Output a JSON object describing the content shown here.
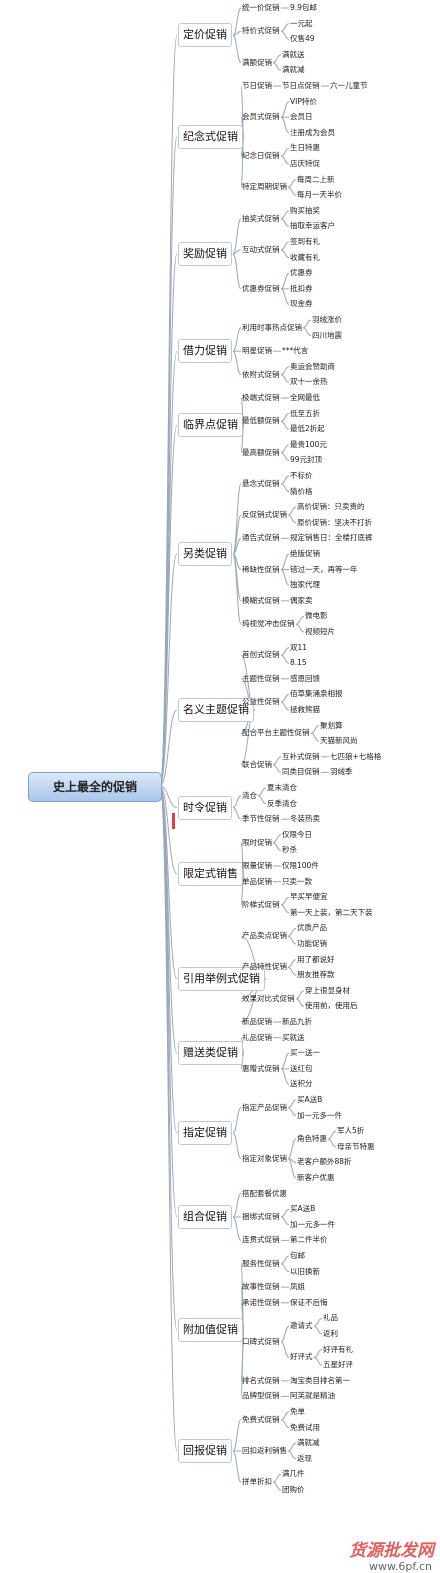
{
  "root": "史上最全的促销",
  "branches": [
    {
      "label": "定价促销",
      "children": [
        {
          "label": "统一价促销",
          "children": [
            "9.9包邮"
          ]
        },
        {
          "label": "特价式促销",
          "children": [
            "一元起",
            "仅售49"
          ]
        },
        {
          "label": "满额促销",
          "children": [
            "满就送",
            "满就减"
          ]
        }
      ]
    },
    {
      "label": "纪念式促销",
      "children": [
        {
          "label": "节日促销",
          "children": [
            {
              "label": "节日点促销",
              "children": [
                "六一儿童节"
              ]
            }
          ]
        },
        {
          "label": "会员式促销",
          "children": [
            "VIP特价",
            "会员日",
            "注册成为会员"
          ]
        },
        {
          "label": "纪念日促销",
          "children": [
            "生日特惠",
            "店庆特促"
          ]
        },
        {
          "label": "特定周期促销",
          "children": [
            "每周二上新",
            "每月一天半价"
          ]
        }
      ]
    },
    {
      "label": "奖励促销",
      "children": [
        {
          "label": "抽奖式促销",
          "children": [
            "购买抽奖",
            "抽取幸运客户"
          ]
        },
        {
          "label": "互动式促销",
          "children": [
            "签到有礼",
            "收藏有礼"
          ]
        },
        {
          "label": "优惠券促销",
          "children": [
            "优惠券",
            "抵扣券",
            "现金券"
          ]
        }
      ]
    },
    {
      "label": "借力促销",
      "children": [
        {
          "label": "利用时事热点促销",
          "children": [
            "羽绒涨价",
            "四川地震"
          ]
        },
        {
          "label": "明星促销",
          "children": [
            "***代言"
          ]
        },
        {
          "label": "依附式促销",
          "children": [
            "奥运会赞助商",
            "双十一余热"
          ]
        }
      ]
    },
    {
      "label": "临界点促销",
      "children": [
        {
          "label": "极端式促销",
          "children": [
            "全网最低"
          ]
        },
        {
          "label": "最低额促销",
          "children": [
            "低至五折",
            "最低2折起"
          ]
        },
        {
          "label": "最高额促销",
          "children": [
            "最贵100元",
            "99元封顶"
          ]
        }
      ]
    },
    {
      "label": "另类促销",
      "children": [
        {
          "label": "悬念式促销",
          "children": [
            "不标价",
            "猜价格"
          ]
        },
        {
          "label": "反促销式促销",
          "children": [
            "高价促销：只卖贵的",
            "原价促销：坚决不打折"
          ]
        },
        {
          "label": "通告式促销",
          "children": [
            "规定销售日：全楼打底裤"
          ]
        },
        {
          "label": "稀缺性促销",
          "children": [
            "绝版促销",
            "错过一天，再等一年",
            "独家代理"
          ]
        },
        {
          "label": "模糊式促销",
          "children": [
            "偶家卖"
          ]
        },
        {
          "label": "纯视觉冲击促销",
          "children": [
            "微电影",
            "视频短片"
          ]
        }
      ]
    },
    {
      "label": "名义主题促销",
      "children": [
        {
          "label": "首创式促销",
          "children": [
            "双11",
            "8.15"
          ]
        },
        {
          "label": "主题性促销",
          "children": [
            "感恩回馈"
          ]
        },
        {
          "label": "公益性促销",
          "children": [
            "佰草集涌泉相报",
            "拯救熊猫"
          ]
        },
        {
          "label": "配合平台主题性促销",
          "children": [
            "聚划算",
            "天猫新风尚"
          ]
        },
        {
          "label": "联合促销",
          "children": [
            {
              "label": "互补式促销",
              "children": [
                "七匹狼+七格格"
              ]
            },
            {
              "label": "同类目促销",
              "children": [
                "羽绒季"
              ]
            }
          ]
        }
      ]
    },
    {
      "label": "时令促销",
      "children": [
        {
          "label": "清仓",
          "children": [
            "夏末清仓",
            "反季清仓"
          ]
        },
        {
          "label": "季节性促销",
          "children": [
            "冬装热卖"
          ]
        }
      ]
    },
    {
      "label": "限定式销售",
      "children": [
        {
          "label": "限时促销",
          "children": [
            "仅限今日",
            "秒杀"
          ]
        },
        {
          "label": "限量促销",
          "children": [
            "仅限100件"
          ]
        },
        {
          "label": "单品促销",
          "children": [
            "只卖一款"
          ]
        },
        {
          "label": "阶梯式促销",
          "children": [
            "早买早便宜",
            "第一天上装，第二天下装"
          ]
        }
      ]
    },
    {
      "label": "引用举例式促销",
      "children": [
        {
          "label": "产品卖点促销",
          "children": [
            "优质产品",
            "功能促销"
          ]
        },
        {
          "label": "产品特性促销",
          "children": [
            "用了都说好",
            "朋友推荐款"
          ]
        },
        {
          "label": "效果对比式促销",
          "children": [
            "穿上很显身材",
            "使用前，使用后"
          ]
        },
        {
          "label": "新品促销",
          "children": [
            "新品九折"
          ]
        }
      ]
    },
    {
      "label": "赠送类促销",
      "children": [
        {
          "label": "礼品促销",
          "children": [
            "买就送"
          ]
        },
        {
          "label": "惠赠式促销",
          "children": [
            "买一送一",
            "送红包",
            "送积分"
          ]
        }
      ]
    },
    {
      "label": "指定促销",
      "children": [
        {
          "label": "指定产品促销",
          "children": [
            "买A送B",
            "加一元多一件"
          ]
        },
        {
          "label": "指定对象促销",
          "children": [
            {
              "label": "角色特惠",
              "children": [
                "军人5折",
                "母亲节特惠"
              ]
            },
            "老客户额外88折",
            "新客户优惠"
          ]
        }
      ]
    },
    {
      "label": "组合促销",
      "children": [
        {
          "label": "搭配套餐优惠",
          "children": []
        },
        {
          "label": "捆绑式促销",
          "children": [
            "买A送B",
            "加一元多一件"
          ]
        },
        {
          "label": "连贯式促销",
          "children": [
            "第二件半价"
          ]
        }
      ]
    },
    {
      "label": "附加值促销",
      "children": [
        {
          "label": "服务性促销",
          "children": [
            "包邮",
            "以旧换新"
          ]
        },
        {
          "label": "故事性促销",
          "children": [
            "凤姐"
          ]
        },
        {
          "label": "承诺性促销",
          "children": [
            "保证不后悔"
          ]
        },
        {
          "label": "口碑式促销",
          "children": [
            {
              "label": "邀请式",
              "children": [
                "礼品",
                "返利"
              ]
            },
            {
              "label": "好评式",
              "children": [
                "好评有礼",
                "五星好评"
              ]
            }
          ]
        },
        {
          "label": "排名式促销",
          "children": [
            "淘宝类目排名第一"
          ]
        },
        {
          "label": "品牌型促销",
          "children": [
            "阿芙就是精油"
          ]
        }
      ]
    },
    {
      "label": "回报促销",
      "children": [
        {
          "label": "免费式促销",
          "children": [
            "免单",
            "免费试用"
          ]
        },
        {
          "label": "回扣返利销售",
          "children": [
            "满就减",
            "返现"
          ]
        },
        {
          "label": "拼单折扣",
          "children": [
            "满几件",
            "团购价"
          ]
        }
      ]
    }
  ],
  "watermark": {
    "main": "货源批发网",
    "sub": "www.6pf.cn"
  },
  "colors": {
    "line": "#9aa7b8",
    "root_top": "#dbe9f8",
    "root_bottom": "#a9c6ea",
    "watermark": "#e06060"
  }
}
